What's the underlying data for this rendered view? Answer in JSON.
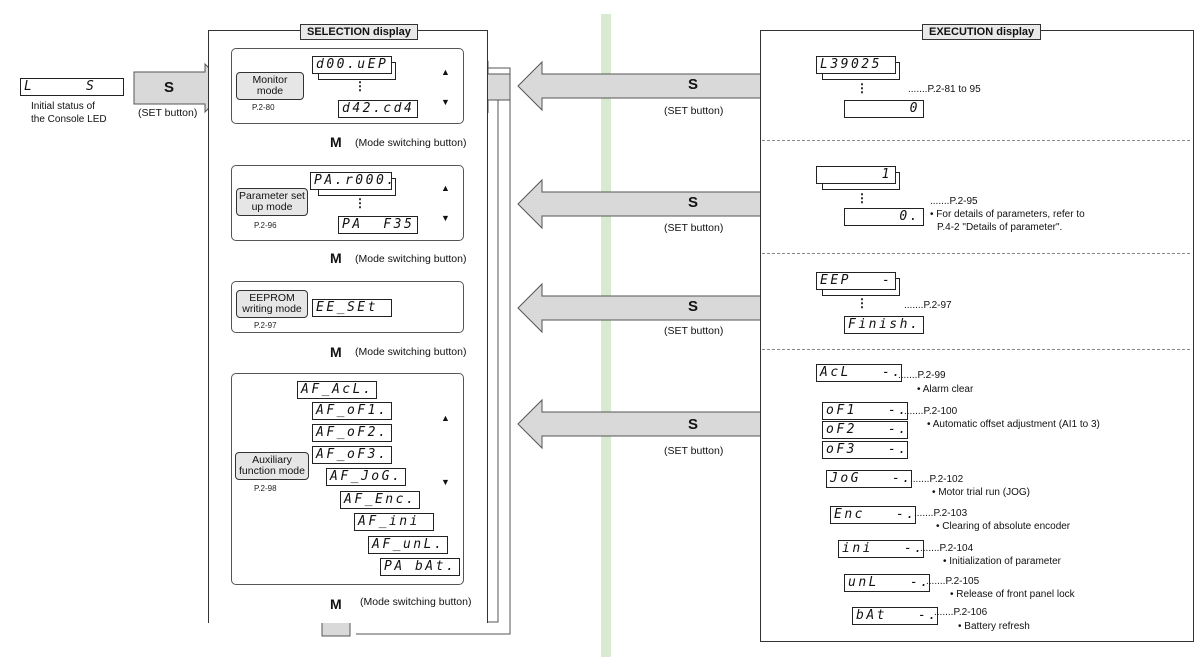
{
  "selection": {
    "title": "SELECTION display",
    "monitor": {
      "label": "Monitor mode",
      "ref": "P.2-80",
      "lcd_top": "d00.uEP",
      "lcd_bottom": "d42.cd4"
    },
    "parameter": {
      "label": "Parameter set up mode",
      "ref": "P.2-96",
      "lcd_top": "PA.r000.",
      "lcd_bottom": "PA  F35"
    },
    "eeprom": {
      "label": "EEPROM writing mode",
      "ref": "P.2-97",
      "lcd": "EE_SEt"
    },
    "auxiliary": {
      "label": "Auxiliary function mode",
      "ref": "P.2-98",
      "items": [
        "AF_AcL.",
        "AF_oF1.",
        "AF_oF2.",
        "AF_oF3.",
        "AF_JoG.",
        "AF_Enc.",
        "AF_ini",
        "AF_unL.",
        "PA bAt."
      ]
    }
  },
  "initial": {
    "lcd": "L     S",
    "caption_line1": "Initial status of",
    "caption_line2": "the Console LED"
  },
  "set_button": {
    "key": "S",
    "label": "(SET button)"
  },
  "mode_button": {
    "key": "M",
    "label": "(Mode switching button)"
  },
  "execution": {
    "title": "EXECUTION display",
    "monitor": {
      "lcd_top": "L39025",
      "lcd_bottom": "0",
      "ref": ".......P.2-81 to 95"
    },
    "parameter": {
      "lcd_top": "1",
      "lcd_bottom": "0.",
      "ref": ".......P.2-95",
      "note1": "• For details of parameters, refer to",
      "note2": "P.4-2 \"Details of parameter\"."
    },
    "eeprom": {
      "lcd_top": "EEP   -",
      "lcd_bottom": "Finish.",
      "ref": ".......P.2-97"
    },
    "aux": [
      {
        "lcd": "AcL   -.",
        "ref": ".......P.2-99",
        "desc": "• Alarm clear"
      },
      {
        "lcd": "oF1   -.",
        "ref": ".......P.2-100",
        "desc": "• Automatic offset adjustment (AI1 to 3)"
      },
      {
        "lcd": "oF2   -.",
        "ref": "",
        "desc": ""
      },
      {
        "lcd": "oF3   -.",
        "ref": "",
        "desc": ""
      },
      {
        "lcd": "JoG   -.",
        "ref": ".......P.2-102",
        "desc": "• Motor trial run (JOG)"
      },
      {
        "lcd": "Enc   -.",
        "ref": ".......P.2-103",
        "desc": "• Clearing of absolute encoder"
      },
      {
        "lcd": "ini   -.",
        "ref": ".......P.2-104",
        "desc": "• Initialization of parameter"
      },
      {
        "lcd": "unL   -.",
        "ref": ".......P.2-105",
        "desc": "• Release of front panel lock"
      },
      {
        "lcd": "bAt   -.",
        "ref": ".......P.2-106",
        "desc": "• Battery refresh"
      }
    ]
  },
  "colors": {
    "arrow_fill": "#d9d9d9",
    "arrow_stroke": "#555555",
    "divider": "#cfe3c9",
    "label_bg": "#e6e6e6"
  }
}
